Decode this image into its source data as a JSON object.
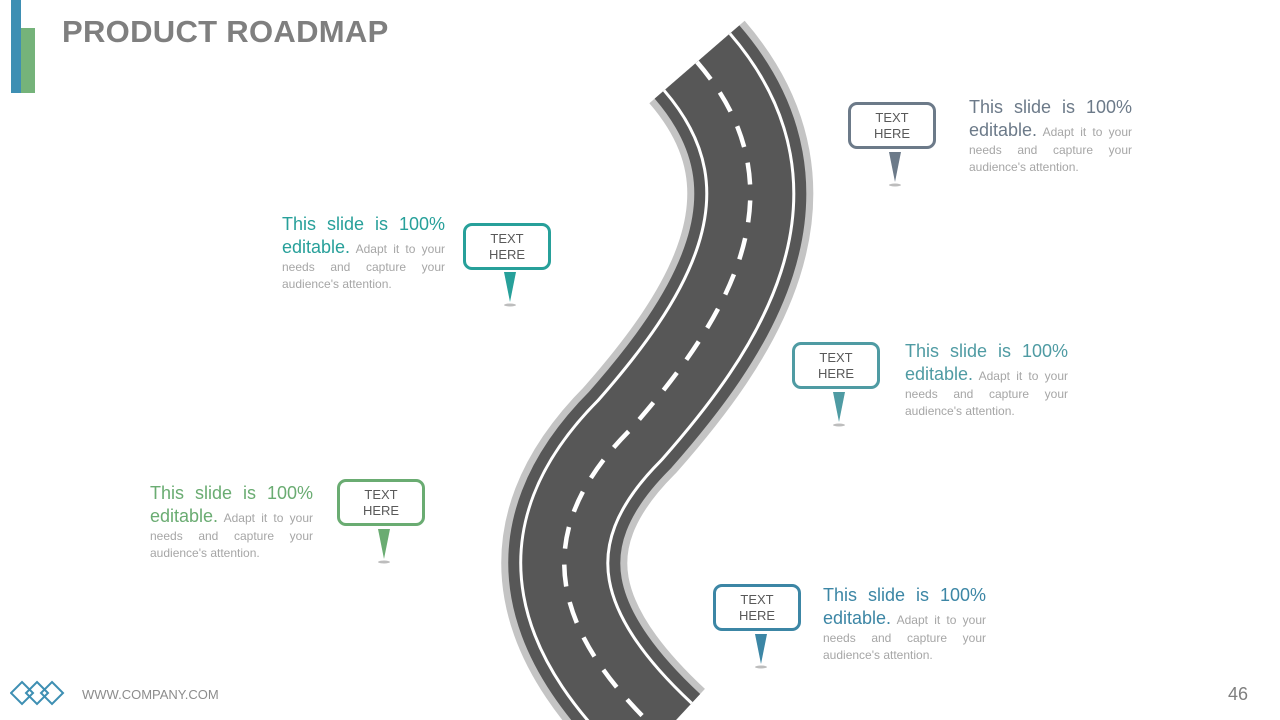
{
  "slide": {
    "title": "PRODUCT  ROADMAP",
    "footer_url": "WWW.COMPANY.COM",
    "page_number": "46"
  },
  "colors": {
    "title": "#7f7f7f",
    "accent_blue": "#3e8fb3",
    "accent_green": "#75b37a",
    "road_asphalt": "#575757",
    "road_shoulder": "#c4c4c4",
    "road_marking": "#ffffff",
    "body_text": "#a6a6a6"
  },
  "milestones": [
    {
      "bubble_label": "TEXT\nHERE",
      "color": "#6c7a89",
      "heading": "This slide is 100% editable.",
      "body": "Adapt it to your needs and capture your audience's attention."
    },
    {
      "bubble_label": "TEXT\nHERE",
      "color": "#27a09a",
      "heading": "This slide is 100% editable.",
      "body": "Adapt it to your needs and capture your audience's attention."
    },
    {
      "bubble_label": "TEXT\nHERE",
      "color": "#4f9ba3",
      "heading": "This slide is 100% editable.",
      "body": "Adapt it to your needs and capture your audience's attention."
    },
    {
      "bubble_label": "TEXT\nHERE",
      "color": "#6aac72",
      "heading": "This slide is 100% editable.",
      "body": "Adapt it to your needs and capture your audience's attention."
    },
    {
      "bubble_label": "TEXT\nHERE",
      "color": "#3c86a5",
      "heading": "This slide is 100% editable.",
      "body": "Adapt it to your needs and capture your audience's attention."
    }
  ],
  "icons": {
    "logo": "diamond-chain-logo-icon",
    "pin": "map-pin-icon"
  }
}
